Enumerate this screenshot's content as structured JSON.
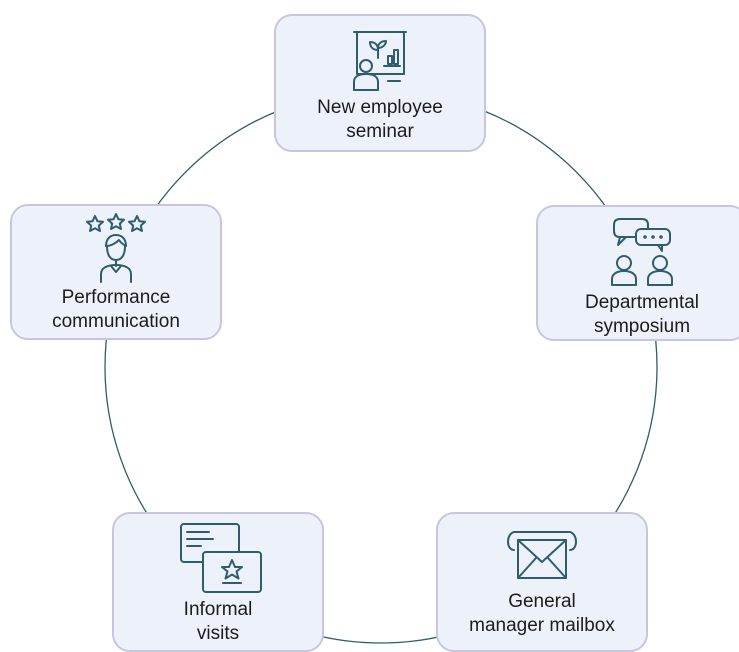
{
  "diagram": {
    "type": "cycle",
    "colors": {
      "node_fill": "#edf2fa",
      "node_border": "#c9c5df",
      "connector": "#2f5d6b",
      "icon": "#2f5d6b",
      "text": "#1c1c1c"
    },
    "nodes": [
      {
        "id": "new-employee-seminar",
        "icon": "presentation-board-icon",
        "lines": [
          "New employee",
          "seminar"
        ]
      },
      {
        "id": "departmental-symposium",
        "icon": "discussion-people-icon",
        "lines": [
          "Departmental",
          "symposium"
        ]
      },
      {
        "id": "general-manager-mailbox",
        "icon": "mailbox-envelope-icon",
        "lines": [
          "General",
          "manager mailbox"
        ]
      },
      {
        "id": "informal-visits",
        "icon": "cards-star-icon",
        "lines": [
          "Informal",
          "visits"
        ]
      },
      {
        "id": "performance-communication",
        "icon": "person-stars-icon",
        "lines": [
          "Performance",
          "communication"
        ]
      }
    ]
  }
}
